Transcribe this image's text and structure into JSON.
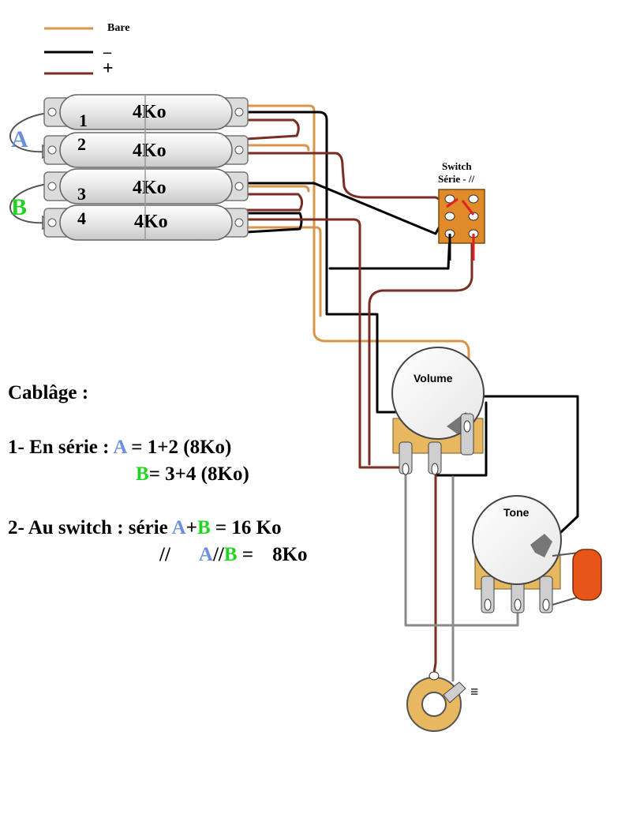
{
  "legend": {
    "bare_label": "Bare",
    "minus_label": "_",
    "plus_label": "+"
  },
  "pickups": [
    {
      "number": "1",
      "value": "4Ko"
    },
    {
      "number": "2",
      "value": "4Ko"
    },
    {
      "number": "3",
      "value": "4Ko"
    },
    {
      "number": "4",
      "value": "4Ko"
    }
  ],
  "groups": {
    "a": "A",
    "b": "B"
  },
  "switch": {
    "title_line1": "Switch",
    "title_line2": "Série - //"
  },
  "pots": {
    "volume": "Volume",
    "tone": "Tone"
  },
  "jack": {
    "ground_symbol": "≡"
  },
  "notes": {
    "title": "Cablâge :",
    "line1_prefix": "1- En série : ",
    "line1_a": "A",
    "line1_rest": " = 1+2 (8Ko)",
    "line2_b": "B",
    "line2_rest": "= 3+4 (8Ko)",
    "line3_prefix": "2- Au switch : série ",
    "line3_a": "A",
    "line3_plus": "+",
    "line3_b": "B",
    "line3_rest": " = 16 Ko",
    "line4_prefix": "//",
    "line4_a": "A",
    "line4_sep": "//",
    "line4_b": "B",
    "line4_eq": " =",
    "line4_value": "8Ko"
  },
  "colors": {
    "bare": "#d9954a",
    "minus": "#000000",
    "plus": "#7a2d22",
    "group_a": "#6b8fdc",
    "group_b": "#22d422",
    "switch_body": "#e08a2a",
    "capacitor": "#e8551a"
  }
}
